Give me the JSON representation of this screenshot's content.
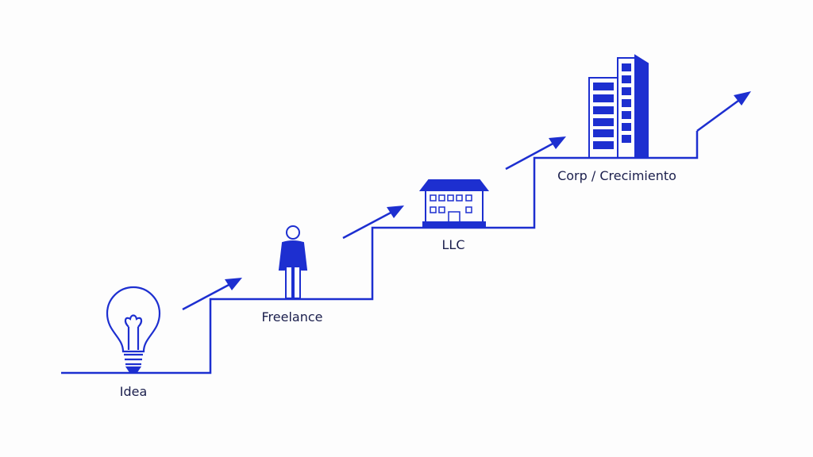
{
  "colors": {
    "line": "#1d2fd0",
    "text": "#1b1f4d",
    "background": "#fdfdfd"
  },
  "steps": [
    {
      "label": "Idea",
      "icon": "lightbulb-icon"
    },
    {
      "label": "Freelance",
      "icon": "person-icon"
    },
    {
      "label": "LLC",
      "icon": "house-icon"
    },
    {
      "label": "Corp / Crecimiento",
      "icon": "office-buildings-icon"
    }
  ]
}
